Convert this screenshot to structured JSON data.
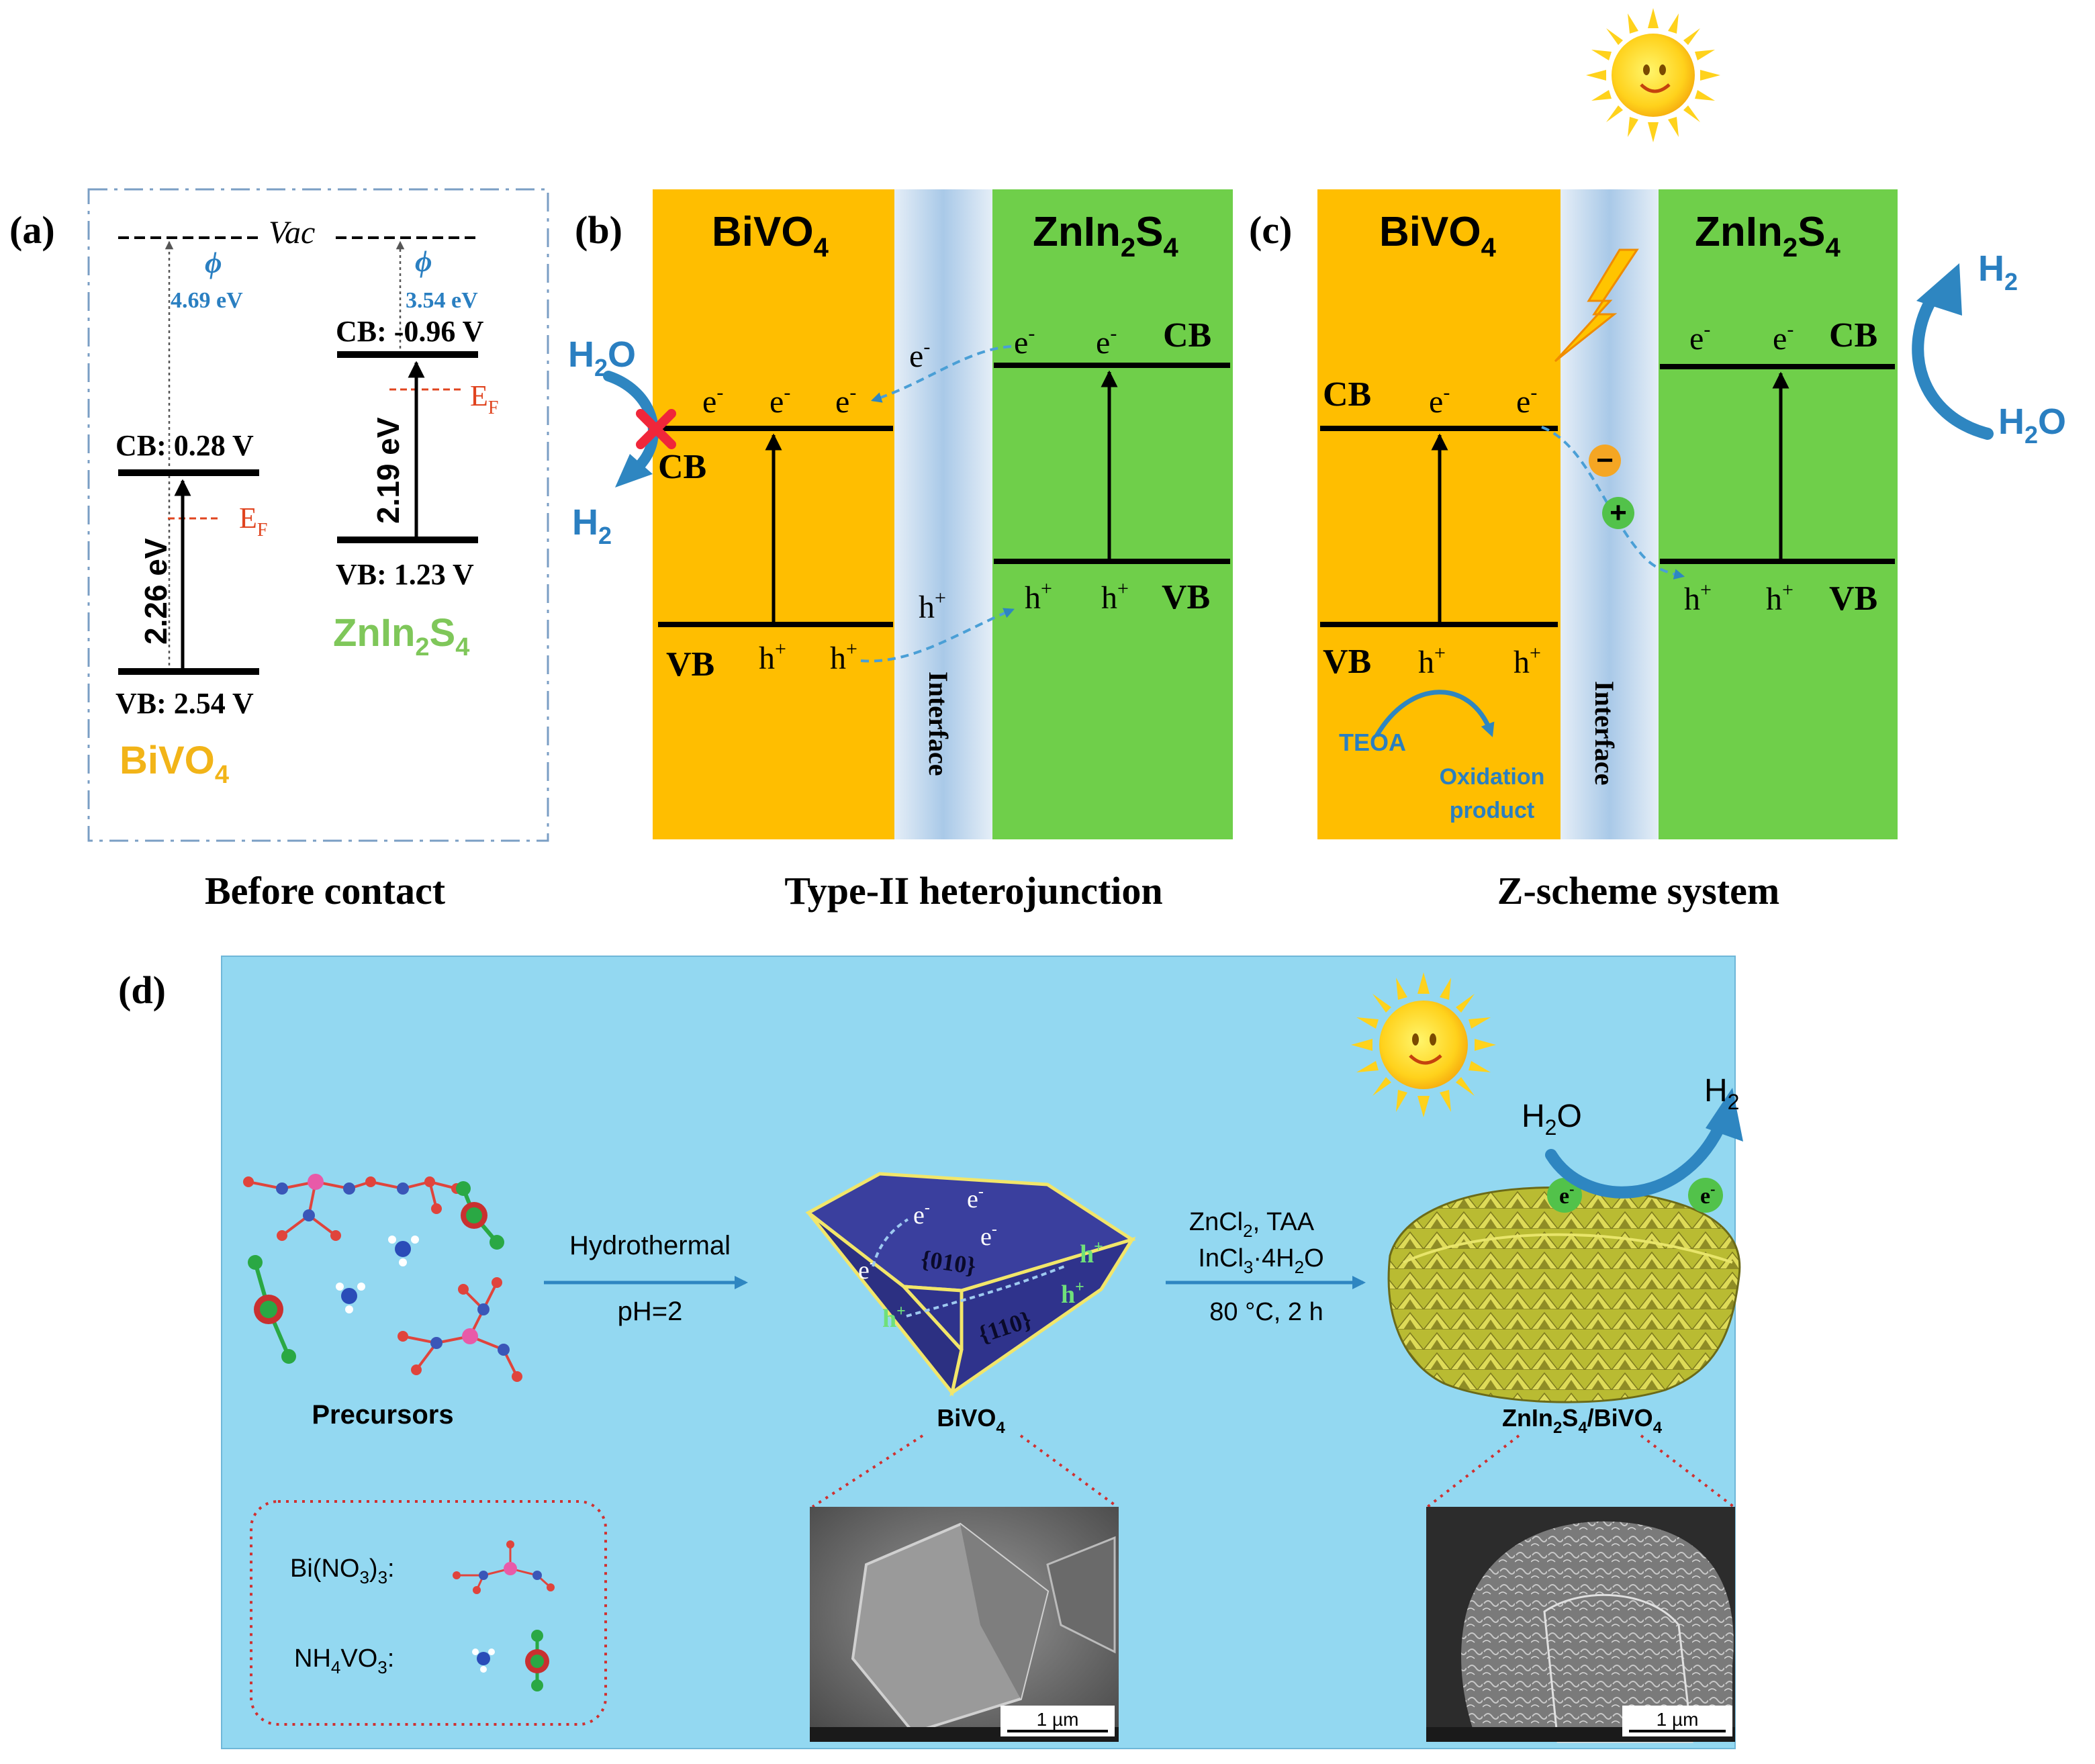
{
  "panel_labels": {
    "a": "(a)",
    "b": "(b)",
    "c": "(c)",
    "d": "(d)"
  },
  "panel_a": {
    "vac": "Vac",
    "phi": "ϕ",
    "bivo4_work_function": "4.69 eV",
    "znins_work_function": "3.54 eV",
    "bivo4_cb": "CB: 0.28 V",
    "bivo4_vb": "VB: 2.54 V",
    "bivo4_gap": "2.26 eV",
    "znins_cb": "CB: -0.96 V",
    "znins_vb": "VB: 1.23 V",
    "znins_gap": "2.19 eV",
    "fermi": "E",
    "fermi_sub": "F",
    "bivo4_name": "BiVO",
    "bivo4_sub": "4",
    "znins_name_1": "ZnIn",
    "znins_sub_1": "2",
    "znins_name_2": "S",
    "znins_sub_2": "4",
    "caption": "Before contact"
  },
  "panel_b": {
    "left_material": "BiVO",
    "left_sub": "4",
    "right_material_1": "ZnIn",
    "right_sub_1": "2",
    "right_material_2": "S",
    "right_sub_2": "4",
    "cb": "CB",
    "vb": "VB",
    "electron": "e",
    "electron_sup": "-",
    "hole": "h",
    "hole_sup": "+",
    "h2o": "H",
    "h2o_sub": "2",
    "h2o_o": "O",
    "h2": "H",
    "h2_sub": "2",
    "interface": "Interface",
    "caption": "Type-II heterojunction"
  },
  "panel_c": {
    "left_material": "BiVO",
    "left_sub": "4",
    "right_material_1": "ZnIn",
    "right_sub_1": "2",
    "right_material_2": "S",
    "right_sub_2": "4",
    "cb": "CB",
    "vb": "VB",
    "electron": "e",
    "electron_sup": "-",
    "hole": "h",
    "hole_sup": "+",
    "minus": "−",
    "plus": "+",
    "teoa": "TEOA",
    "oxidation_1": "Oxidation",
    "oxidation_2": "product",
    "h2": "H",
    "h2_sub": "2",
    "h2o": "H",
    "h2o_sub": "2",
    "h2o_o": "O",
    "interface": "Interface",
    "caption": "Z-scheme system"
  },
  "panel_d": {
    "precursors": "Precursors",
    "hydrothermal": "Hydrothermal",
    "ph": "pH=2",
    "bivo4": "BiVO",
    "bivo4_sub": "4",
    "facet_010": "{010}",
    "facet_110": "{110}",
    "electron": "e",
    "electron_sup": "-",
    "hole": "h",
    "hole_sup": "+",
    "reagent_1a": "ZnCl",
    "reagent_1a_sub": "2",
    "reagent_1b": ", TAA",
    "reagent_2a": "InCl",
    "reagent_2a_sub": "3",
    "reagent_2b": "·4H",
    "reagent_2b_sub": "2",
    "reagent_2c": "O",
    "conditions": "80 °C, 2 h",
    "h2o": "H",
    "h2o_sub": "2",
    "h2o_o": "O",
    "h2": "H",
    "h2_sub": "2",
    "composite_1": "ZnIn",
    "composite_sub_1": "2",
    "composite_2": "S",
    "composite_sub_2": "4",
    "composite_3": "/BiVO",
    "composite_sub_3": "4",
    "legend_bi_1": "Bi(NO",
    "legend_bi_sub": "3",
    "legend_bi_2": ")",
    "legend_bi_sub2": "3",
    "legend_bi_3": ":",
    "legend_nh_1": "NH",
    "legend_nh_sub": "4",
    "legend_nh_2": "VO",
    "legend_nh_sub2": "3",
    "legend_nh_3": ":",
    "scale_bar": "1 µm"
  },
  "colors": {
    "bivo4": "#FFBE00",
    "znins": "#6FCF4A",
    "interface": "#C9DDF0",
    "arrow_blue": "#2E86C1",
    "fermi_red": "#E0441F",
    "panel_d_bg": "#93D8F1",
    "crystal": "#3A3F9E",
    "crystal_edge": "#F2E66A",
    "sheet_yellow": "#C9C83A",
    "label_bivo4": "#F2B418",
    "label_znins": "#7FC75A",
    "text_blue": "#2A7FC1"
  }
}
